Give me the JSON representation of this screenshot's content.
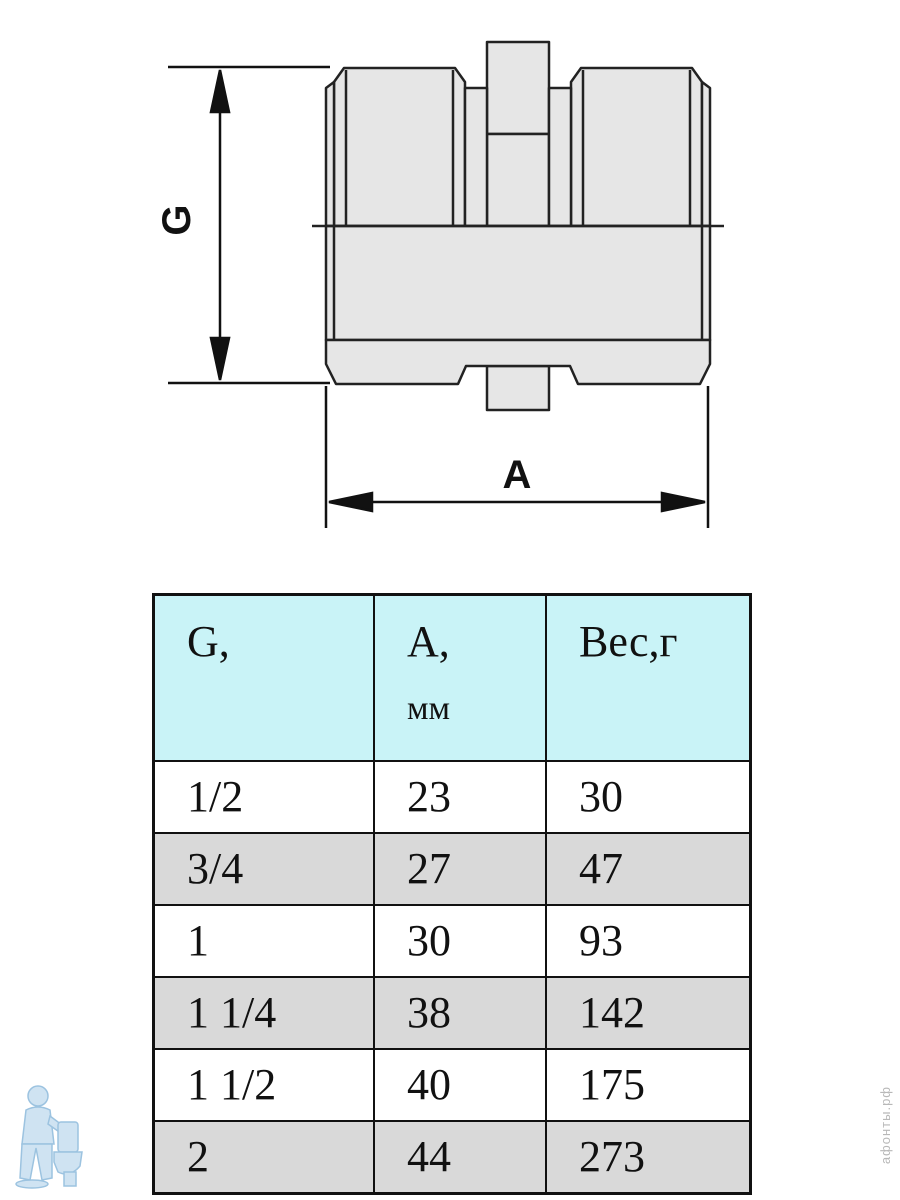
{
  "diagram": {
    "dimension_g_label": "G",
    "dimension_a_label": "A"
  },
  "table": {
    "headers": [
      {
        "text": "G,",
        "unit": ""
      },
      {
        "text": "A,",
        "unit": "мм"
      },
      {
        "text": "Вес,г",
        "unit": ""
      }
    ],
    "rows": [
      [
        "1/2",
        "23",
        "30"
      ],
      [
        "3/4",
        "27",
        "47"
      ],
      [
        "1",
        "30",
        "93"
      ],
      [
        "1 1/4",
        "38",
        "142"
      ],
      [
        "1 1/2",
        "40",
        "175"
      ],
      [
        "2",
        "44",
        "273"
      ]
    ],
    "header_color": "#c9f3f7",
    "shade_color": "#d9d9d9"
  },
  "watermark": {
    "text": "афонты.рф"
  },
  "icons": {
    "logo": "plumber-toilet-icon"
  }
}
